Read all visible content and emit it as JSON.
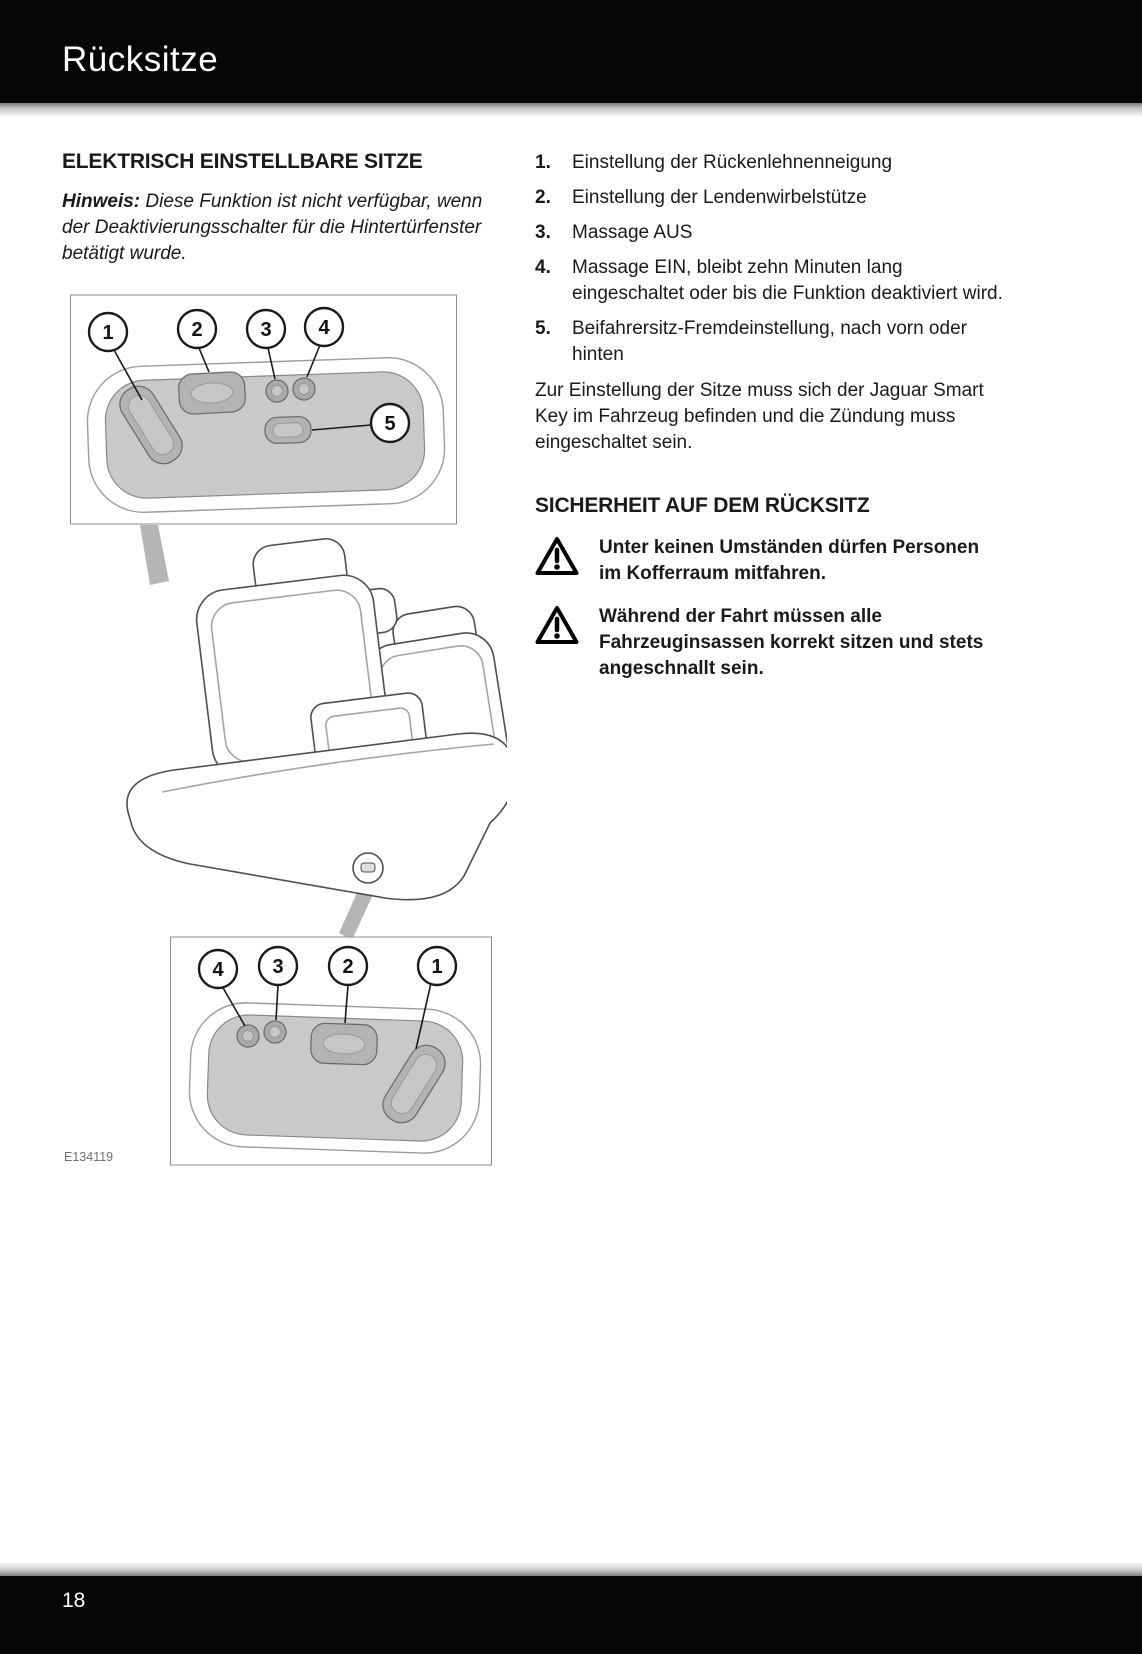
{
  "colors": {
    "header_bg": "#060606",
    "header_text": "#ffffff",
    "body_text": "#1a1a1a",
    "panel_gray": "#c9c9c9"
  },
  "header": {
    "title": "Rücksitze"
  },
  "left_column": {
    "section_title": "ELEKTRISCH EINSTELLBARE SITZE",
    "note": {
      "label": "Hinweis:",
      "text": "Diese Funktion ist nicht verfügbar, wenn der Deaktivierungsschalter für die Hintertürfenster betätigt wurde."
    },
    "figure": {
      "top_callouts": [
        "1",
        "2",
        "3",
        "4",
        "5"
      ],
      "bottom_callouts": [
        "4",
        "3",
        "2",
        "1"
      ],
      "caption": "E134119"
    }
  },
  "right_column": {
    "list": [
      {
        "num": "1.",
        "text": "Einstellung der Rückenlehnenneigung"
      },
      {
        "num": "2.",
        "text": "Einstellung der Lendenwirbelstütze"
      },
      {
        "num": "3.",
        "text": "Massage AUS"
      },
      {
        "num": "4.",
        "text": "Massage EIN, bleibt zehn Minuten lang eingeschaltet oder bis die Funktion deaktiviert wird."
      },
      {
        "num": "5.",
        "text": "Beifahrersitz-Fremdeinstellung, nach vorn oder hinten"
      }
    ],
    "paragraph": "Zur Einstellung der Sitze muss sich der Jaguar Smart Key im Fahrzeug befinden und die Zündung muss eingeschaltet sein.",
    "safety_title": "SICHERHEIT AUF DEM RÜCKSITZ",
    "warnings": [
      "Unter keinen Umständen dürfen Personen im Kofferraum mitfahren.",
      "Während der Fahrt müssen alle Fahrzeuginsassen korrekt sitzen und stets angeschnallt sein."
    ]
  },
  "footer": {
    "page_number": "18"
  }
}
